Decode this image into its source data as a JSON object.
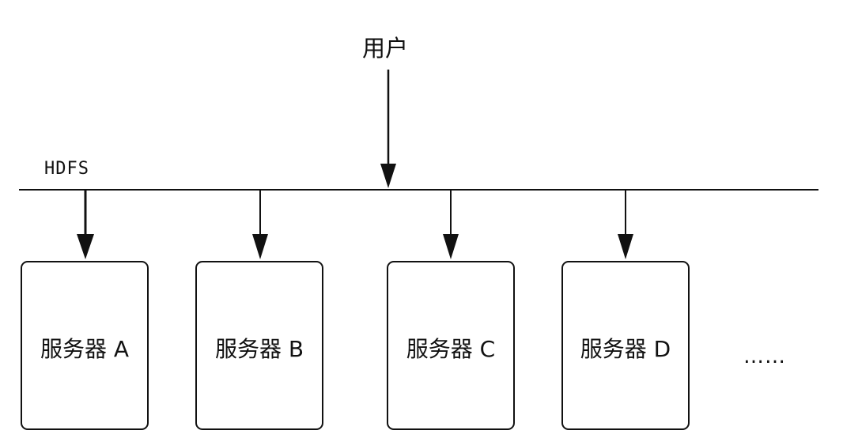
{
  "labels": {
    "user": "用户",
    "hdfs": "HDFS",
    "more": "……"
  },
  "servers": [
    {
      "label": "服务器 A"
    },
    {
      "label": "服务器 B"
    },
    {
      "label": "服务器 C"
    },
    {
      "label": "服务器 D"
    }
  ],
  "colors": {
    "line": "#111111",
    "background": "#ffffff"
  }
}
